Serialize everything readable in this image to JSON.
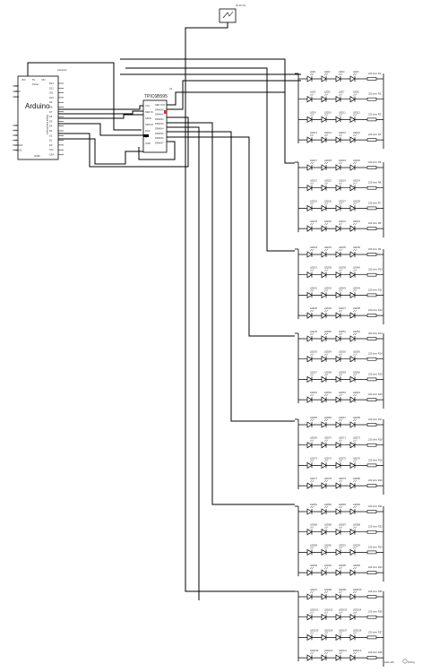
{
  "power": {
    "label": "9V DC IN"
  },
  "arduino": {
    "title": "Arduino",
    "side_label": "Digital Input/Output",
    "bottom_label": "GND",
    "top_labels": [
      "3V3",
      "5V",
      "VIN"
    ],
    "power_label": "Power",
    "ref": "Arduino1",
    "left_pins": [
      "RST",
      "AREF",
      "ioref",
      "A0",
      "A1",
      "A2",
      "A3",
      "A4/SDA",
      "A5/SCL"
    ],
    "right_pins": [
      "D13",
      "D12",
      "D11",
      "D10",
      "D9",
      "D8",
      "D7",
      "D6",
      "D5",
      "D4",
      "D3",
      "D2",
      "D1",
      "D0",
      "SCL",
      "SDA"
    ]
  },
  "shift_register": {
    "title": "TPIC6B595",
    "ref": "U1",
    "left_pins": [
      "VCC",
      "SER IN",
      "SRCK",
      "SRCLR",
      "RCK",
      "G",
      "GND"
    ],
    "right_pins": [
      "SER OUT",
      "DRAIN0",
      "DRAIN1",
      "DRAIN2",
      "DRAIN3",
      "DRAIN4",
      "DRAIN5",
      "DRAIN6",
      "DRAIN7"
    ]
  },
  "led_blocks": [
    {
      "rows": [
        {
          "leds": [
            "LED1",
            "LED2",
            "LED3",
            "LED4"
          ],
          "resistor": "220 ohm R1"
        },
        {
          "leds": [
            "LED5",
            "LED6",
            "LED7",
            "LED8"
          ],
          "resistor": "220 ohm R2"
        },
        {
          "leds": [
            "LED9",
            "LED10",
            "LED11",
            "LED12"
          ],
          "resistor": "220 ohm R3"
        },
        {
          "leds": [
            "LED13",
            "LED14",
            "LED15",
            "LED16"
          ],
          "resistor": "220 ohm R4"
        }
      ]
    },
    {
      "rows": [
        {
          "leds": [
            "LED17",
            "LED18",
            "LED19",
            "LED20"
          ],
          "resistor": "220 ohm R5"
        },
        {
          "leds": [
            "LED21",
            "LED22",
            "LED23",
            "LED24"
          ],
          "resistor": "220 ohm R6"
        },
        {
          "leds": [
            "LED25",
            "LED26",
            "LED27",
            "LED28"
          ],
          "resistor": "220 ohm R7"
        },
        {
          "leds": [
            "LED29",
            "LED30",
            "LED31",
            "LED32"
          ],
          "resistor": "220 ohm R8"
        }
      ]
    },
    {
      "rows": [
        {
          "leds": [
            "LED33",
            "LED34",
            "LED35",
            "LED36"
          ],
          "resistor": "220 ohm R9"
        },
        {
          "leds": [
            "LED37",
            "LED38",
            "LED39",
            "LED40"
          ],
          "resistor": "220 ohm R10"
        },
        {
          "leds": [
            "LED41",
            "LED42",
            "LED43",
            "LED44"
          ],
          "resistor": "220 ohm R11"
        },
        {
          "leds": [
            "LED45",
            "LED46",
            "LED47",
            "LED48"
          ],
          "resistor": "220 ohm R12"
        }
      ]
    },
    {
      "rows": [
        {
          "leds": [
            "LED49",
            "LED50",
            "LED51",
            "LED52"
          ],
          "resistor": "220 ohm R13"
        },
        {
          "leds": [
            "LED53",
            "LED54",
            "LED55",
            "LED56"
          ],
          "resistor": "220 ohm R14"
        },
        {
          "leds": [
            "LED57",
            "LED58",
            "LED59",
            "LED60"
          ],
          "resistor": "220 ohm R15"
        },
        {
          "leds": [
            "LED61",
            "LED62",
            "LED63",
            "LED64"
          ],
          "resistor": "220 ohm R16"
        }
      ]
    },
    {
      "rows": [
        {
          "leds": [
            "LED65",
            "LED66",
            "LED67",
            "LED68"
          ],
          "resistor": "220 ohm R17"
        },
        {
          "leds": [
            "LED69",
            "LED70",
            "LED71",
            "LED72"
          ],
          "resistor": "220 ohm R18"
        },
        {
          "leds": [
            "LED73",
            "LED74",
            "LED75",
            "LED76"
          ],
          "resistor": "220 ohm R19"
        },
        {
          "leds": [
            "LED77",
            "LED78",
            "LED79",
            "LED80"
          ],
          "resistor": "220 ohm R20"
        }
      ]
    },
    {
      "rows": [
        {
          "leds": [
            "LED81",
            "LED82",
            "LED83",
            "LED84"
          ],
          "resistor": "220 ohm R21"
        },
        {
          "leds": [
            "LED85",
            "LED86",
            "LED87",
            "LED88"
          ],
          "resistor": "220 ohm R22"
        },
        {
          "leds": [
            "LED89",
            "LED90",
            "LED91",
            "LED92"
          ],
          "resistor": "220 ohm R23"
        },
        {
          "leds": [
            "LED93",
            "LED94",
            "LED95",
            "LED96"
          ],
          "resistor": "220 ohm R24"
        }
      ]
    },
    {
      "rows": [
        {
          "leds": [
            "LED97",
            "LED98",
            "LED99",
            "LED100"
          ],
          "resistor": "220 ohm R25"
        },
        {
          "leds": [
            "LED101",
            "LED102",
            "LED103",
            "LED104"
          ],
          "resistor": "220 ohm R26"
        },
        {
          "leds": [
            "LED105",
            "LED106",
            "LED107",
            "LED108"
          ],
          "resistor": "220 ohm R27"
        },
        {
          "leds": [
            "LED109",
            "LED110",
            "LED111",
            "LED112"
          ],
          "resistor": "220 ohm R28"
        }
      ]
    }
  ],
  "footer": {
    "brand": "fritzing"
  }
}
